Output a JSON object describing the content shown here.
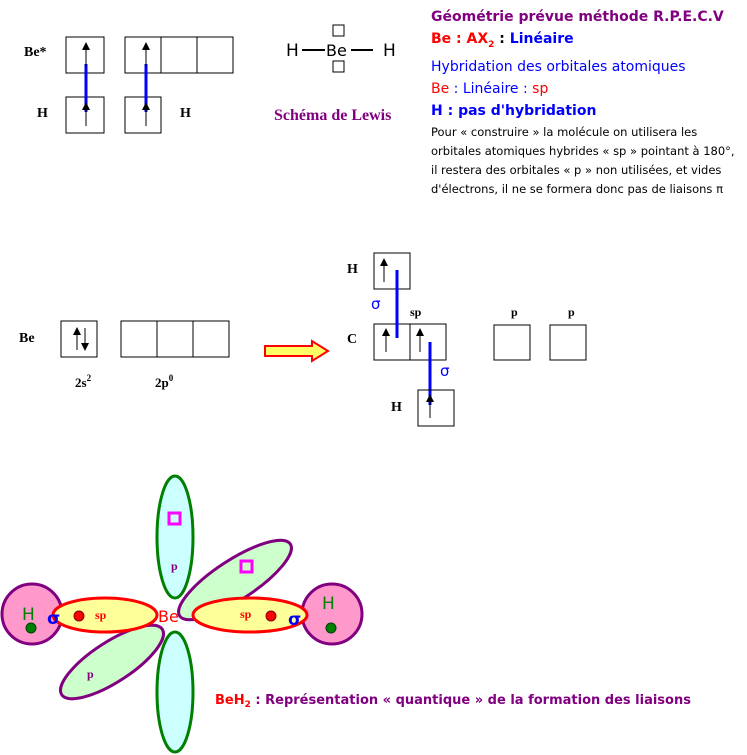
{
  "info": {
    "title": "Géométrie prévue méthode R.P.E.C.V",
    "line1_be": "Be : AX",
    "line1_sub": "2",
    "line1_sep": " : ",
    "line1_shape": "Linéaire",
    "line2": "Hybridation des orbitales atomiques",
    "line3_be": "Be",
    "line3_mid": " : Linéaire : ",
    "line3_sp": "sp",
    "line4": "H : pas d'hybridation",
    "paragraph": "Pour « construire » la molécule on utilisera les orbitales atomiques hybrides « sp » pointant à 180°, il restera des orbitales « p » non utilisées, et vides d'électrons, il ne se formera donc pas de liaisons π"
  },
  "top_left": {
    "be_star": "Be*",
    "h_left": "H",
    "h_right": "H"
  },
  "lewis": {
    "h1": "H",
    "be": "Be",
    "h2": "H",
    "caption": "Schéma de Lewis"
  },
  "middle": {
    "be": "Be",
    "label_2s": "2s",
    "sup_2s": "2",
    "label_2p": "2p",
    "sup_2p": "0",
    "h_top": "H",
    "sigma1": "σ",
    "sp": "sp",
    "c": "C",
    "p1": "p",
    "p2": "p",
    "sigma2": "σ",
    "h_bottom": "H"
  },
  "quantum": {
    "h_left": "H",
    "h_right": "H",
    "sigma_left": "σ",
    "sigma_right": "σ",
    "sp_left": "sp",
    "sp_right": "sp",
    "be": "Be",
    "p_top": "p",
    "p_bottom": "p",
    "caption_be": "BeH",
    "caption_sub": "2",
    "caption_rest": " : Représentation « quantique » de la formation des liaisons"
  },
  "colors": {
    "purple": "#800080",
    "red": "#ff0000",
    "blue": "#0000ff",
    "green": "#008000",
    "pink": "#ff99cc",
    "yellow": "#ffff99",
    "cyan": "#ccffff",
    "lightgreen": "#ccffcc",
    "magenta": "#ff00ff"
  }
}
